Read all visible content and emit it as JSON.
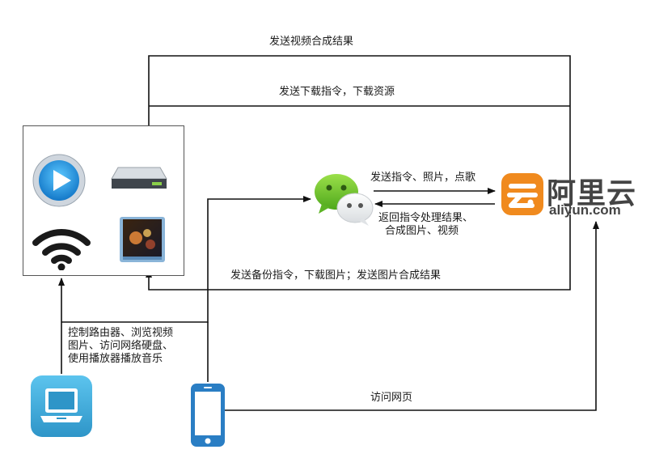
{
  "labels": {
    "top_video_result": "发送视频合成结果",
    "download_cmd": "发送下载指令，下载资源",
    "send_to_cloud": "发送指令、照片，点歌",
    "return_lines": [
      "返回指令处理结果、",
      "合成图片、视频"
    ],
    "backup": "发送备份指令，下载图片；发送图片合成结果",
    "control_lines": [
      "控制路由器、浏览视频",
      "图片、访问网络硬盘、",
      "使用播放器播放音乐"
    ],
    "visit_web": "访问网页"
  },
  "brand": {
    "name": "阿里云",
    "url": "aliyun.com",
    "color": "#f08a1e"
  },
  "icons": {
    "player": "play-button-icon",
    "storage": "hard-drive-icon",
    "wifi": "wifi-icon",
    "photos": "photo-icon",
    "wechat": "wechat-icon",
    "laptop": "laptop-icon",
    "phone": "smartphone-icon"
  }
}
